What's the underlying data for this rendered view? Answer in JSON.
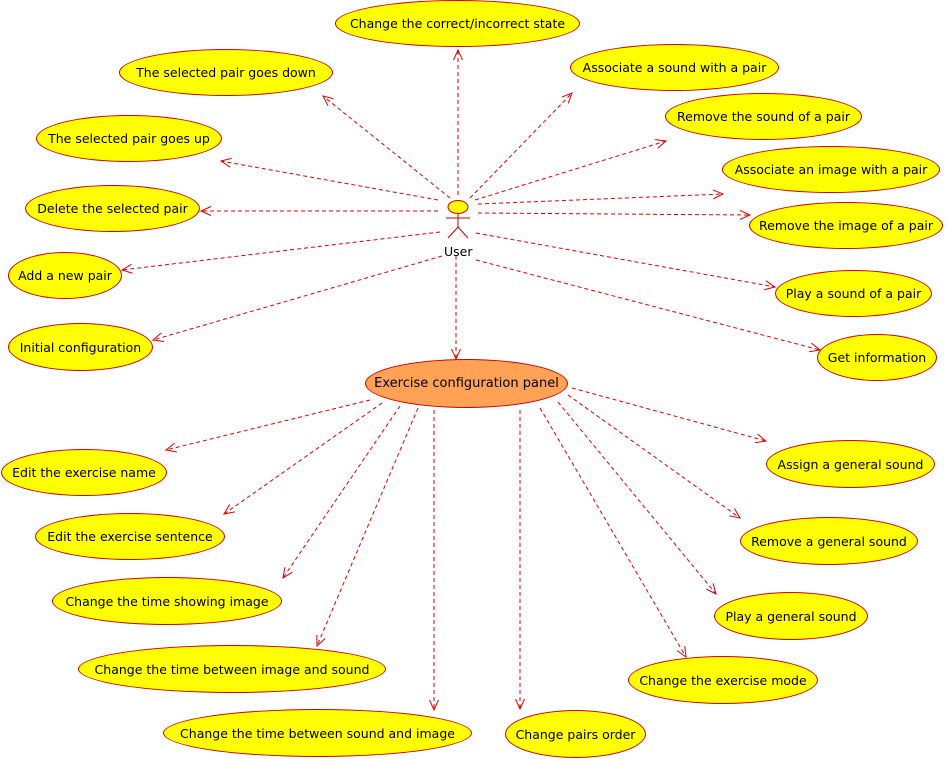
{
  "diagram": {
    "colors": {
      "edge": "#dd0000",
      "node_fill": "#ffff00",
      "node_border": "#cc0000",
      "panel_fill": "#ffa255"
    },
    "actor": {
      "id": "user",
      "label": "User",
      "icon": "stick-figure-actor-icon"
    },
    "panel": {
      "id": "exercise-configuration-panel",
      "label": "Exercise configuration panel"
    },
    "user_use_cases": [
      {
        "id": "change-correct-incorrect-state",
        "label": "Change the correct/incorrect state"
      },
      {
        "id": "selected-pair-goes-down",
        "label": "The selected pair goes down"
      },
      {
        "id": "associate-sound-with-pair",
        "label": "Associate a sound with a pair"
      },
      {
        "id": "remove-sound-of-pair",
        "label": "Remove the sound of a pair"
      },
      {
        "id": "selected-pair-goes-up",
        "label": "The selected pair goes up"
      },
      {
        "id": "associate-image-with-pair",
        "label": "Associate an image with a pair"
      },
      {
        "id": "delete-selected-pair",
        "label": "Delete the selected pair"
      },
      {
        "id": "remove-image-of-pair",
        "label": "Remove the image of a pair"
      },
      {
        "id": "add-new-pair",
        "label": "Add a new pair"
      },
      {
        "id": "play-sound-of-pair",
        "label": "Play a sound of a pair"
      },
      {
        "id": "initial-configuration",
        "label": "Initial configuration"
      },
      {
        "id": "get-information",
        "label": "Get information"
      }
    ],
    "panel_use_cases": [
      {
        "id": "edit-exercise-name",
        "label": "Edit the exercise name"
      },
      {
        "id": "assign-general-sound",
        "label": "Assign a general sound"
      },
      {
        "id": "edit-exercise-sentence",
        "label": "Edit the exercise sentence"
      },
      {
        "id": "remove-general-sound",
        "label": "Remove a general sound"
      },
      {
        "id": "change-time-showing-image",
        "label": "Change the time showing image"
      },
      {
        "id": "play-general-sound",
        "label": "Play a general sound"
      },
      {
        "id": "change-time-image-sound",
        "label": "Change the time between image and sound"
      },
      {
        "id": "change-exercise-mode",
        "label": "Change the exercise mode"
      },
      {
        "id": "change-time-sound-image",
        "label": "Change the time between sound and image"
      },
      {
        "id": "change-pairs-order",
        "label": "Change pairs order"
      }
    ]
  }
}
